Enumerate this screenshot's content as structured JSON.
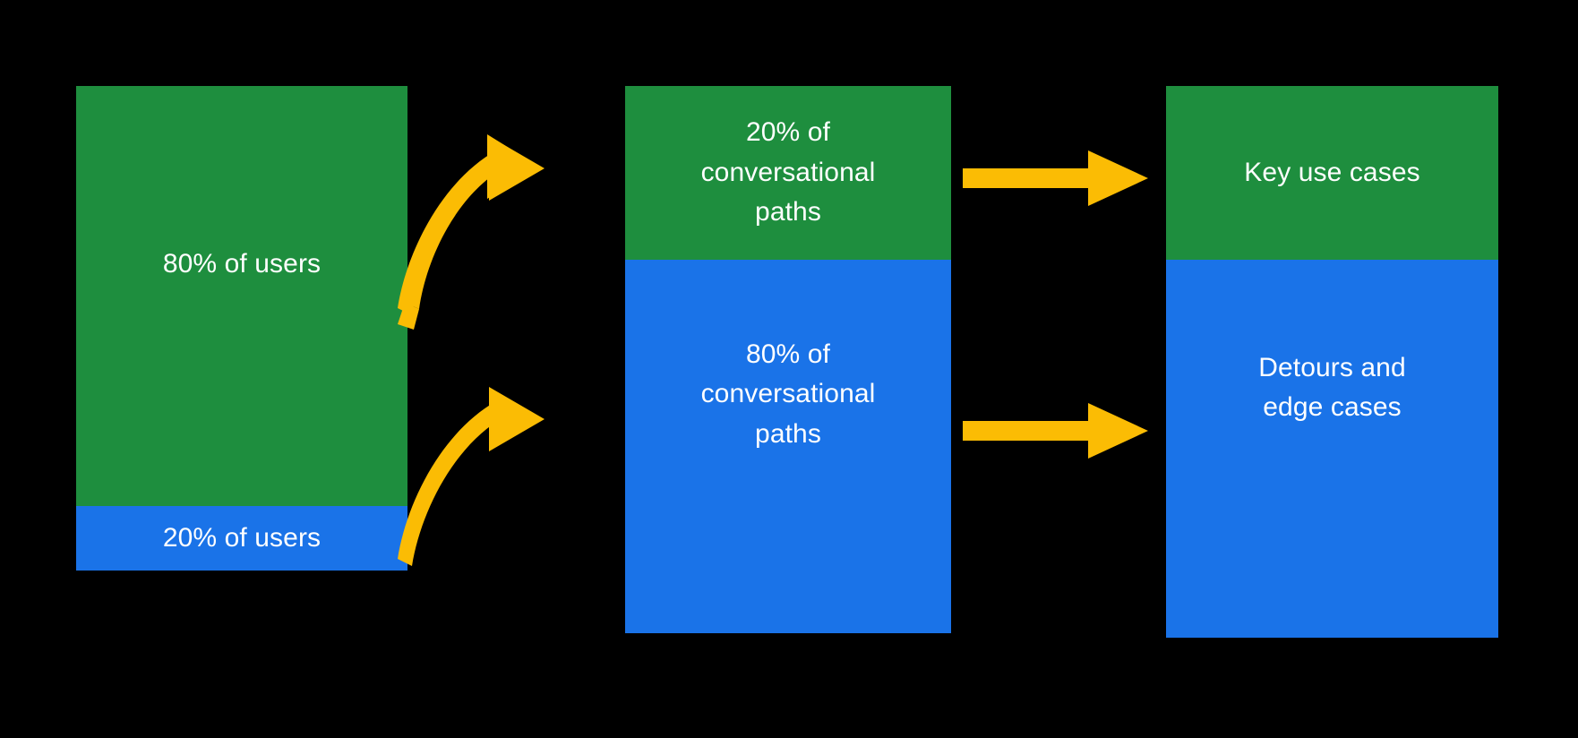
{
  "diagram": {
    "background_color": "#000000",
    "palette": {
      "green": "#1E8E3E",
      "blue": "#1A73E8",
      "yellow": "#FBBC04",
      "text": "#FFFFFF"
    },
    "columns": [
      {
        "id": "users",
        "name": "users-distribution",
        "segments": [
          {
            "label": "80% of users",
            "color": "#1E8E3E",
            "share": 80
          },
          {
            "label": "20% of users",
            "color": "#1A73E8",
            "share": 20
          }
        ]
      },
      {
        "id": "paths",
        "name": "conversational-paths-distribution",
        "segments": [
          {
            "label": "20% of\nconversational\npaths",
            "color": "#1E8E3E",
            "share": 20
          },
          {
            "label": "80% of\nconversational\npaths",
            "color": "#1A73E8",
            "share": 80
          }
        ]
      },
      {
        "id": "cases",
        "name": "use-cases-distribution",
        "segments": [
          {
            "label": "Key use cases",
            "color": "#1E8E3E",
            "share": 20
          },
          {
            "label": "Detours and\nedge cases",
            "color": "#1A73E8",
            "share": 80
          }
        ]
      }
    ],
    "arrows": [
      {
        "id": "curve-top",
        "style": "curved",
        "color": "#FBBC04",
        "from": "80% of users",
        "to": "20% of conversational paths"
      },
      {
        "id": "curve-bottom",
        "style": "curved",
        "color": "#FBBC04",
        "from": "20% of users",
        "to": "80% of conversational paths"
      },
      {
        "id": "straight-top",
        "style": "straight",
        "color": "#FBBC04",
        "from": "20% of conversational paths",
        "to": "Key use cases"
      },
      {
        "id": "straight-bottom",
        "style": "straight",
        "color": "#FBBC04",
        "from": "80% of conversational paths",
        "to": "Detours and edge cases"
      }
    ]
  }
}
